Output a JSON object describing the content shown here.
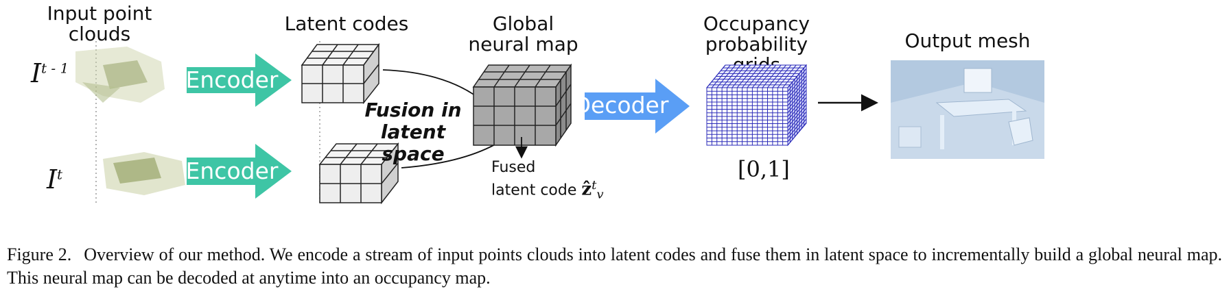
{
  "labels": {
    "input_point_clouds": "Input point clouds",
    "latent_codes": "Latent codes",
    "global_neural_map": "Global neural map",
    "occupancy_grids": "Occupancy probability grids",
    "output_mesh": "Output mesh",
    "fusion": "Fusion in latent space",
    "fused_line1": "Fused",
    "fused_line2": "latent code",
    "range": "[0,1]"
  },
  "math": {
    "frame_prev_base": "I",
    "frame_prev_sup": "t - 1",
    "frame_curr_base": "I",
    "frame_curr_sup": "t",
    "fused_symbol": "ẑ",
    "fused_sup": "t",
    "fused_sub": "v"
  },
  "arrows": {
    "encoder_top": "Encoder",
    "encoder_bottom": "Encoder",
    "decoder": "Decoder"
  },
  "colors": {
    "encoder": "#3ec5a5",
    "decoder": "#5a9ef5",
    "grid_blue": "#2a2ab8",
    "cube_light": "#efefef",
    "cube_dark": "#9a9a9a",
    "points": "#9aa86a",
    "mesh_bg": "#c9d9ea"
  },
  "caption": {
    "label": "Figure 2.",
    "text": "Overview of our method.  We encode a stream of input points clouds into latent codes and fuse them in latent space to incrementally build a global neural map. This neural map can be decoded at anytime into an occupancy map."
  }
}
